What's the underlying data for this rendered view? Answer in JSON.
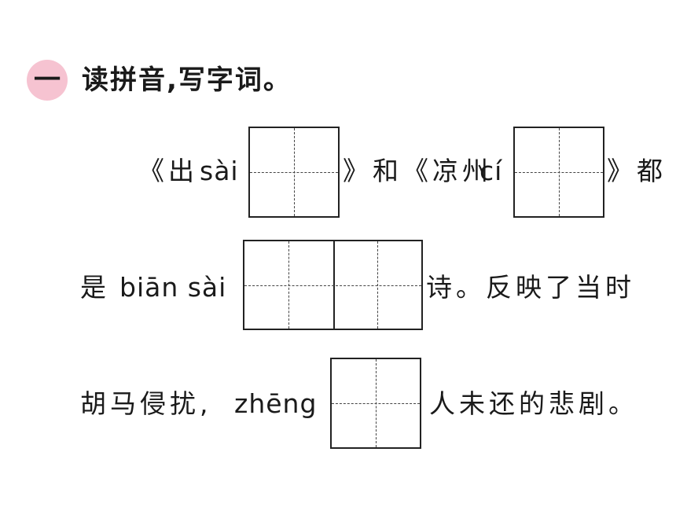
{
  "header": {
    "badge": "一",
    "title": "读拼音,写字词。"
  },
  "rows": [
    {
      "text_1": "《出",
      "pinyin_1": "sài",
      "text_2": "》和《凉州",
      "pinyin_2": "cí",
      "text_3": "》都"
    },
    {
      "text_1": "是",
      "pinyin_1": "biān sài",
      "text_2": "诗。反映了当时"
    },
    {
      "text_1": "胡马侵扰,",
      "pinyin_1": "zhēng",
      "text_2": "人未还的悲剧。"
    }
  ]
}
